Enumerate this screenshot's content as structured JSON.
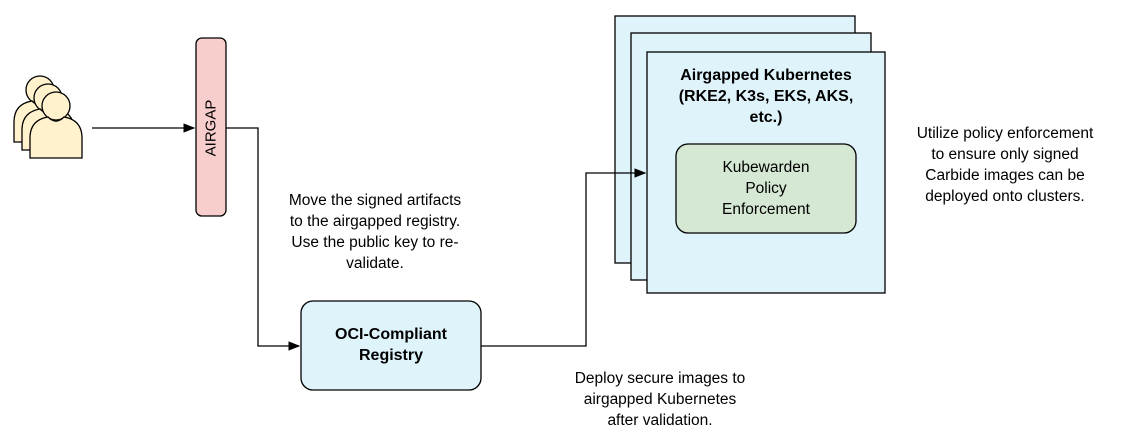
{
  "airgap": {
    "label": "AIRGAP"
  },
  "registry": {
    "label_line1": "OCI-Compliant",
    "label_line2": "Registry"
  },
  "kubernetes": {
    "title_line1": "Airgapped Kubernetes",
    "title_line2": "(RKE2, K3s, EKS, AKS,",
    "title_line3": "etc.)"
  },
  "policy_box": {
    "line1": "Kubewarden",
    "line2": "Policy",
    "line3": "Enforcement"
  },
  "notes": {
    "move_line1": "Move the signed artifacts",
    "move_line2": "to the airgapped registry.",
    "move_line3": "Use the public key to re-",
    "move_line4": "validate.",
    "deploy_line1": "Deploy secure images to",
    "deploy_line2": "airgapped Kubernetes",
    "deploy_line3": "after validation.",
    "policy_line1": "Utilize policy enforcement",
    "policy_line2": "to ensure only signed",
    "policy_line3": "Carbide images can be",
    "policy_line4": "deployed onto clusters."
  },
  "colors": {
    "airgap_fill": "#f8cecc",
    "registry_fill": "#dff3fb",
    "cluster_fill": "#dff3fb",
    "policy_fill": "#d5e8d4",
    "user_fill": "#fff2cc"
  }
}
